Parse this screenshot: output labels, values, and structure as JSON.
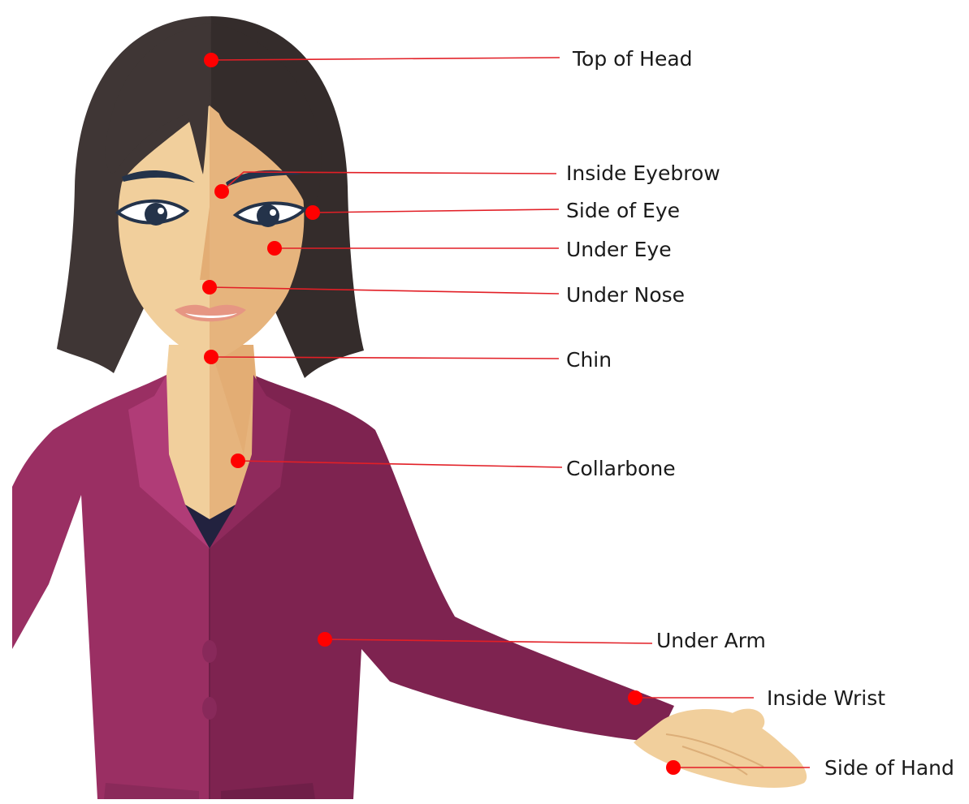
{
  "diagram": {
    "points": [
      {
        "id": "top-of-head",
        "label": "Top of Head"
      },
      {
        "id": "inside-eyebrow",
        "label": "Inside Eyebrow"
      },
      {
        "id": "side-of-eye",
        "label": "Side of Eye"
      },
      {
        "id": "under-eye",
        "label": "Under Eye"
      },
      {
        "id": "under-nose",
        "label": "Under Nose"
      },
      {
        "id": "chin",
        "label": "Chin"
      },
      {
        "id": "collarbone",
        "label": "Collarbone"
      },
      {
        "id": "under-arm",
        "label": "Under Arm"
      },
      {
        "id": "inside-wrist",
        "label": "Inside Wrist"
      },
      {
        "id": "side-of-hand",
        "label": "Side of Hand"
      }
    ],
    "colors": {
      "marker": "#ff0000",
      "leader_line": "#e21f26",
      "hair_light": "#3f3635",
      "hair_dark": "#342c2b",
      "skin_light": "#f1cf9c",
      "skin_dark": "#e6b47d",
      "jacket_light": "#9a2f63",
      "jacket_dark": "#7e2350",
      "lapel": "#b03c77",
      "undershirt": "#22223f"
    }
  }
}
